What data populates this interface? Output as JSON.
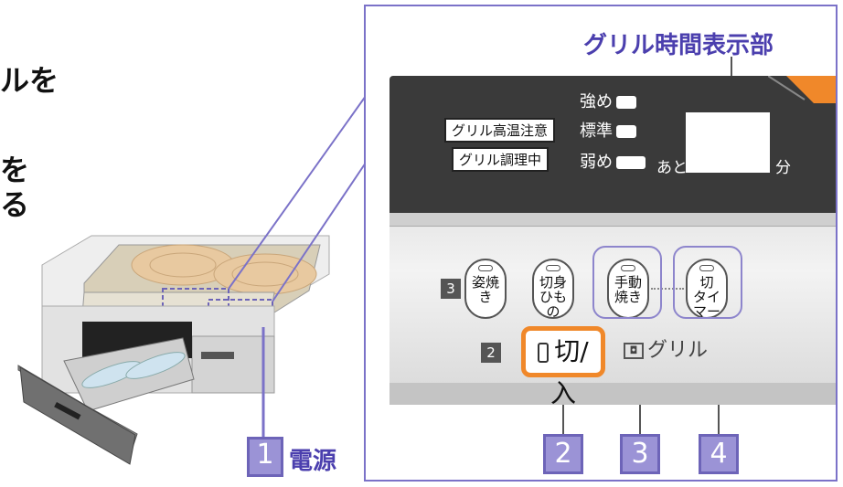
{
  "left_text": {
    "line1": "ルを",
    "line2": "を",
    "line3": "る"
  },
  "callout_power": {
    "number": "1",
    "label": "電源"
  },
  "panel": {
    "title": "グリル時間表示部",
    "labels": [
      "グリル高温注意",
      "グリル調理中"
    ],
    "heat_levels": [
      "強め",
      "標準",
      "弱め"
    ],
    "timer_prefix": "あと",
    "timer_unit": "分",
    "section3_num": "3",
    "section2_num": "2",
    "buttons": [
      {
        "line1": "姿焼き",
        "line2": ""
      },
      {
        "line1": "切身",
        "line2": "ひもの"
      },
      {
        "line1": "手動",
        "line2": "焼き"
      },
      {
        "line1": "切",
        "line2": "タイマー"
      }
    ],
    "power_label": "切/入",
    "grill_label": "グリル",
    "callouts": [
      "2",
      "3",
      "4"
    ]
  },
  "colors": {
    "accent_purple": "#7b72c8",
    "callout_fill": "#9b93d6",
    "power_orange": "#f0882a",
    "display_dark": "#3a3a3a"
  }
}
